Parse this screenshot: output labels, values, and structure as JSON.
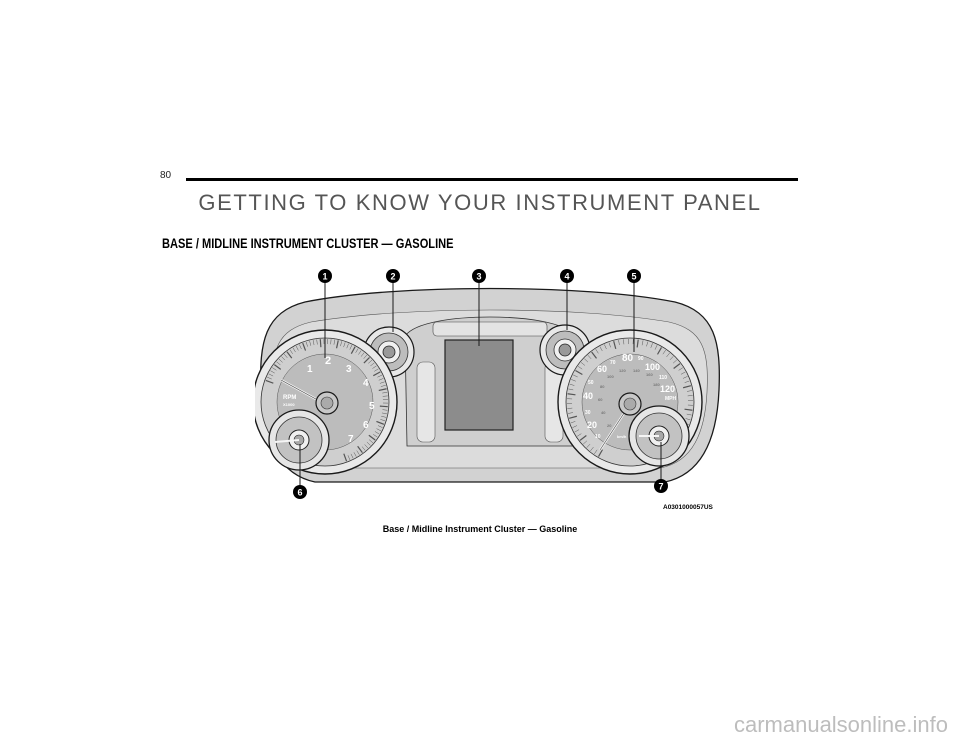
{
  "page": {
    "number": "80",
    "chapter_title": "GETTING TO KNOW YOUR INSTRUMENT PANEL",
    "section_title": "BASE / MIDLINE INSTRUMENT CLUSTER — GASOLINE"
  },
  "figure": {
    "code": "A0301000057US",
    "caption": "Base / Midline Instrument Cluster — Gasoline",
    "callouts": [
      "1",
      "2",
      "3",
      "4",
      "5",
      "6",
      "7"
    ],
    "tachometer": {
      "numbers": [
        "1",
        "2",
        "3",
        "4",
        "5",
        "6",
        "7"
      ],
      "label": "RPM",
      "sublabel": "X1000"
    },
    "speedometer": {
      "mph_numbers": [
        "20",
        "40",
        "60",
        "80",
        "100",
        "120"
      ],
      "minor_numbers": [
        "10",
        "30",
        "50",
        "70",
        "90",
        "110"
      ],
      "kmh_numbers": [
        "20",
        "40",
        "60",
        "80",
        "100",
        "120",
        "140",
        "160",
        "180"
      ],
      "unit": "MPH",
      "kmh_unit": "km/h"
    },
    "colors": {
      "panel": "#d2d2d2",
      "outline": "#1a1a1a",
      "screen": "#8c8c8c",
      "callout_badge": "#000000"
    }
  },
  "watermark": "carmanualsonline.info"
}
